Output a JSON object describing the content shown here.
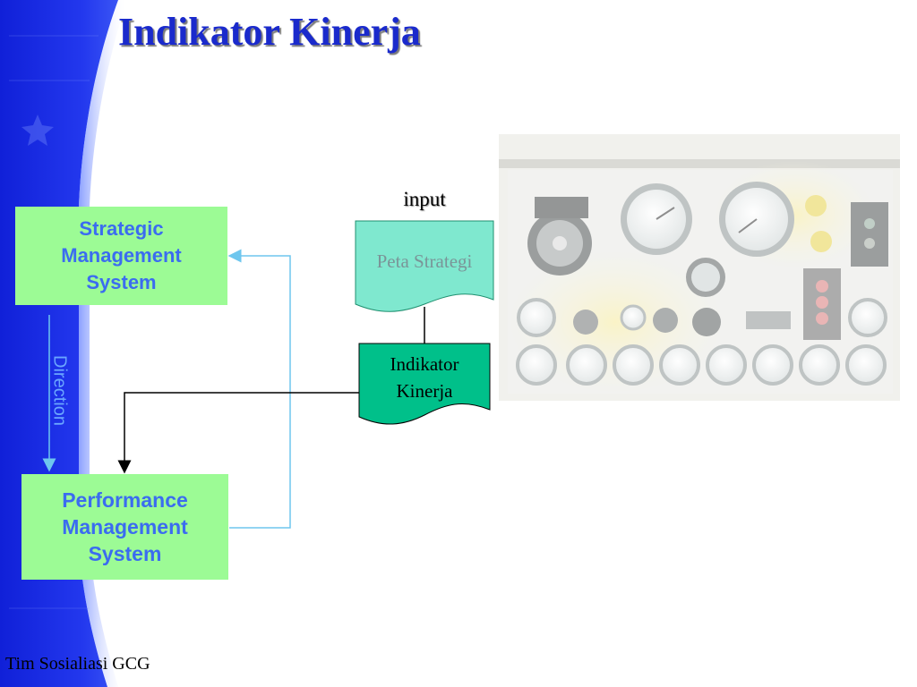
{
  "slide": {
    "title": "Indikator Kinerja",
    "footer": "Tim Sosialiasi GCG"
  },
  "diagram": {
    "strategic_box": "Strategic\nManagement\nSystem",
    "performance_box": "Performance\nManagement\nSystem",
    "direction_label": "Direction",
    "input_label": "input",
    "peta_strategi": "Peta Strategi",
    "indikator_kinerja": "Indikator\nKinerja"
  },
  "colors": {
    "title": "#1a2acc",
    "sidebar_blue": "#1f2fe0",
    "box_fill": "#9cfb95",
    "box_text": "#3b6cf0",
    "peta_fill": "#7fe8cf",
    "indikator_fill": "#00c08a",
    "feedback_line": "#6ec6ee"
  },
  "icons": {
    "panel_image": "gauge-control-panel-image"
  }
}
